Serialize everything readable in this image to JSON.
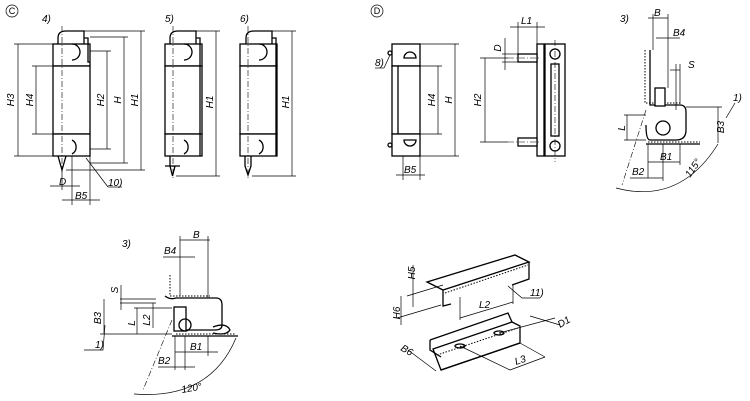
{
  "sections": {
    "c": {
      "marker": "C",
      "variants": [
        "4)",
        "5)",
        "6)"
      ],
      "dims": {
        "H3": "H3",
        "H4": "H4",
        "H2": "H2",
        "H": "H",
        "H1": "H1",
        "D": "D",
        "B5": "B5",
        "note10": "10)"
      }
    },
    "d": {
      "marker": "D",
      "note8": "8)",
      "dims": {
        "H4": "H4",
        "H": "H",
        "B5": "B5",
        "L1": "L1",
        "D": "D",
        "H2": "H2"
      }
    },
    "detail_top": {
      "note": "3)",
      "dims": {
        "B": "B",
        "B4": "B4",
        "S": "S",
        "note1": "1)",
        "B3": "B3",
        "L": "L",
        "B1": "B1",
        "B2": "B2",
        "angle": "115°"
      }
    },
    "detail_bottom": {
      "note": "3)",
      "dims": {
        "B": "B",
        "B4": "B4",
        "S": "S",
        "B3": "B3",
        "L": "L",
        "L2": "L2",
        "note1": "1)",
        "B1": "B1",
        "B2": "B2",
        "angle": "120°"
      }
    },
    "profiles": {
      "dims": {
        "H5": "H5",
        "H6": "H6",
        "L2": "L2",
        "note11": "11)",
        "D1": "D1",
        "B6": "B6",
        "L3": "L3"
      }
    }
  }
}
